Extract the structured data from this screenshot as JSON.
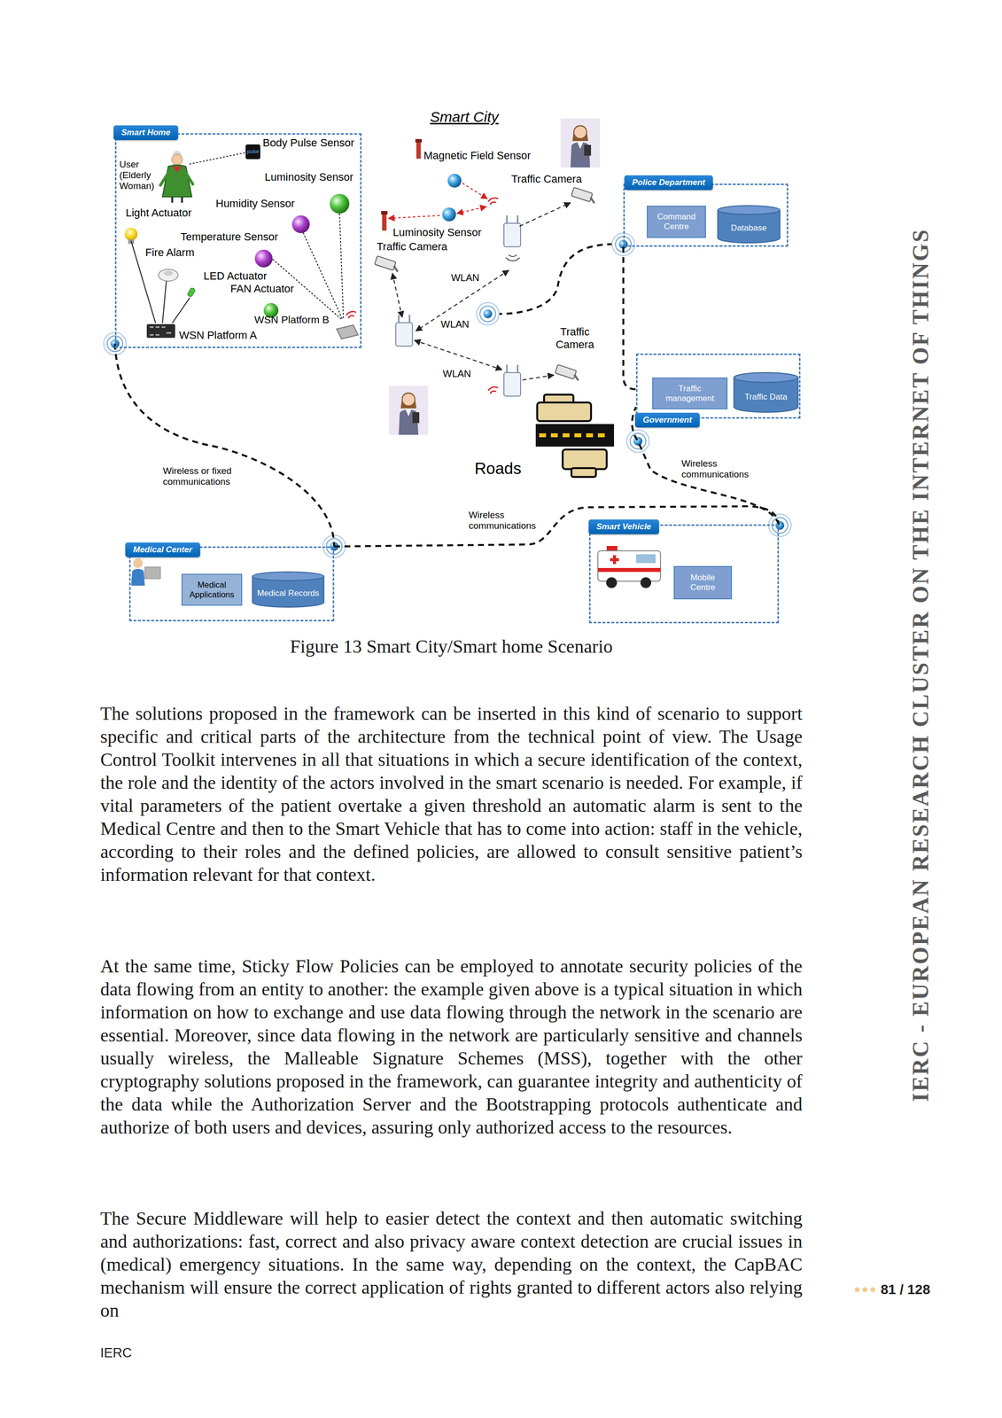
{
  "diagram": {
    "caption": "Figure 13 Smart City/Smart home Scenario",
    "nodes": [
      {
        "text": [
          "Smart Home"
        ]
      },
      {
        "text": [
          "Police Department"
        ]
      },
      {
        "text": [
          "Command Centre"
        ],
        "in": 1
      },
      {
        "text": [
          "Database"
        ],
        "in": 1
      },
      {
        "text": [
          "Government"
        ]
      },
      {
        "text": [
          "Traffic management"
        ],
        "in": 4
      },
      {
        "text": [
          "Traffic Data"
        ],
        "in": 4
      },
      {
        "text": [
          "Medical Center"
        ]
      },
      {
        "text": [
          "Medical Applications"
        ],
        "in": 7
      },
      {
        "text": [
          "Medical Records"
        ],
        "in": 7
      },
      {
        "text": [
          "Smart Vehicle"
        ]
      },
      {
        "text": [
          "Mobile Centre"
        ],
        "in": 10
      }
    ],
    "edges": [
      {
        "from": 0,
        "to": 7,
        "arrow": "none",
        "label": "Wireless or fixed communications"
      },
      {
        "from": 7,
        "to": 10,
        "arrow": "none",
        "label": "Wireless communications"
      },
      {
        "from": 10,
        "to": 4,
        "arrow": "none",
        "label": "Wireless communications"
      },
      {
        "from": 1,
        "to": 4,
        "arrow": "none"
      }
    ],
    "labels": [
      "Smart City",
      "Body Pulse Sensor",
      "pulse",
      "User (Elderly Woman)",
      "Luminosity Sensor",
      "Humidity Sensor",
      "Light Actuator",
      "Temperature Sensor",
      "Fire Alarm",
      "LED Actuator",
      "FAN Actuator",
      "WSN Platform B",
      "WSN Platform A",
      "Magnetic Field Sensor",
      "Traffic Camera",
      "Luminosity Sensor",
      "Traffic Camera",
      "WLAN",
      "WLAN",
      "WLAN",
      "Traffic Camera",
      "Roads",
      "The solutions proposed in the framework can be inserted in this kind of scenario to support specific and critical parts of the architecture from the technical point of view. The Usage Control Toolkit intervenes in all that situations in which a secure identification of the context, the role and the identity of the actors involved in the smart scenario is needed. For example, if vital parameters of the patient overtake a given threshold an automatic alarm is sent to the Medical Centre and then to the Smart Vehicle that has to come into action: staff in the vehicle, according to their roles and the defined policies, are allowed to consult sensitive patient’s information relevant for that context.",
      "At the same time, Sticky Flow Policies can be employed to annotate security policies of the data flowing from an entity to another: the example given above is a typical situation in which information on how to exchange and use data flowing through the network in the scenario are essential. Moreover, since data flowing in the network are particularly sensitive and channels usually wireless, the Malleable Signature Schemes (MSS), together with the other cryptography solutions proposed in the framework, can guarantee integrity and authenticity of the data while the Authorization Server and the Bootstrapping protocols authenticate and authorize of both users and devices, assuring only authorized access to the resources.",
      "The Secure Middleware will help to easier detect the context and then automatic switching and authorizations: fast, correct and also privacy aware context detection are crucial issues in (medical) emergency situations. In the same way, depending on the context, the CapBAC mechanism will ensure the correct application of rights granted to different actors also relying on",
      "IERC - EUROPEAN RESEARCH CLUSTER ON THE INTERNET OF THINGS",
      "81 / 128",
      "IERC"
    ]
  }
}
